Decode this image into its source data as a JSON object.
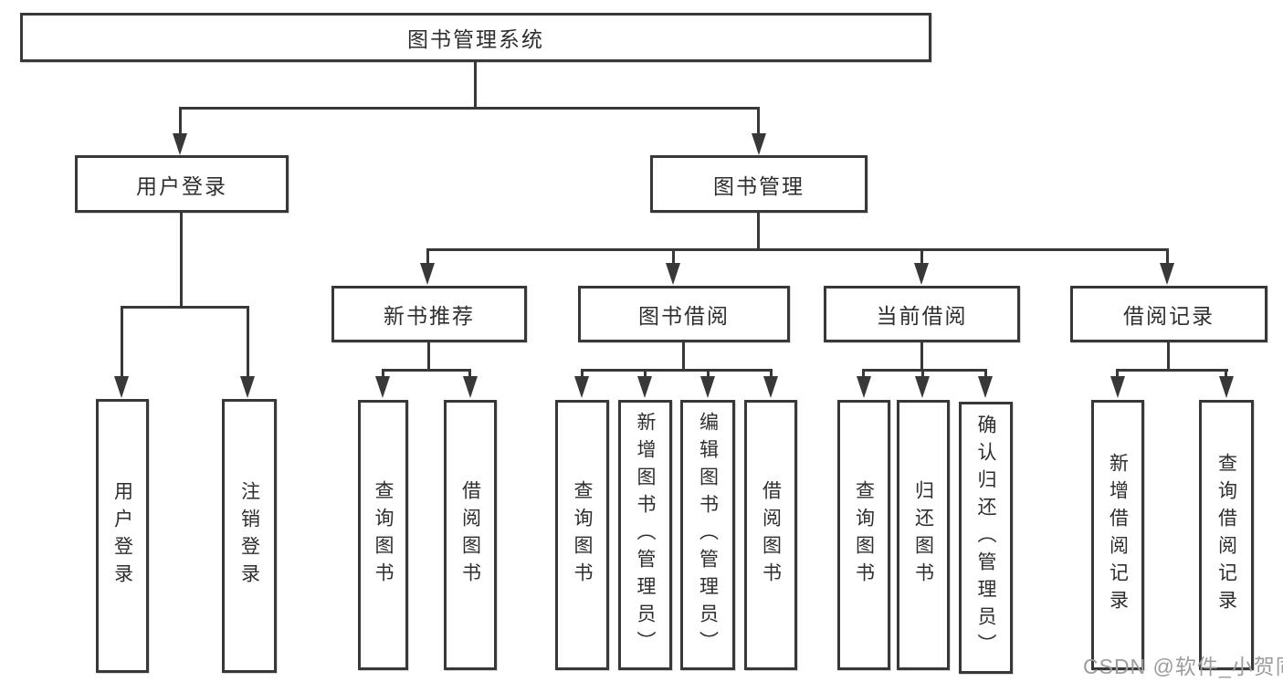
{
  "diagram": {
    "root": {
      "label": "图书管理系统"
    },
    "branches": [
      {
        "label": "用户登录",
        "leaves": [
          {
            "label": "用户登录"
          },
          {
            "label": "注销登录"
          }
        ]
      },
      {
        "label": "图书管理",
        "groups": [
          {
            "label": "新书推荐",
            "leaves": [
              {
                "label": "查询图书"
              },
              {
                "label": "借阅图书"
              }
            ]
          },
          {
            "label": "图书借阅",
            "leaves": [
              {
                "label": "查询图书"
              },
              {
                "label": "新增图书（管理员）"
              },
              {
                "label": "编辑图书（管理员）"
              },
              {
                "label": "借阅图书"
              }
            ]
          },
          {
            "label": "当前借阅",
            "leaves": [
              {
                "label": "查询图书"
              },
              {
                "label": "归还图书"
              },
              {
                "label": "确认归还（管理员）"
              }
            ]
          },
          {
            "label": "借阅记录",
            "leaves": [
              {
                "label": "新增借阅记录"
              },
              {
                "label": "查询借阅记录"
              }
            ]
          }
        ]
      }
    ]
  },
  "watermark": {
    "text": "CSDN @软件_小贺同学"
  },
  "colors": {
    "background": "#ffffff",
    "line": "#383838",
    "text": "#2e2e2e",
    "watermark": "#9d9d9d"
  }
}
